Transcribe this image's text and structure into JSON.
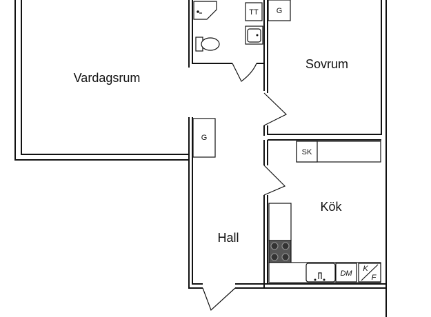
{
  "rooms": {
    "living_room": "Vardagsrum",
    "bedroom": "Sovrum",
    "kitchen": "Kök",
    "hall": "Hall"
  },
  "fixtures": {
    "wardrobe_bedroom": "G",
    "wardrobe_hall": "G",
    "washer_dryer": "TT",
    "freezer": "SK",
    "dishwasher": "DM",
    "fridge_freezer_top": "K",
    "fridge_freezer_bottom": "F"
  }
}
